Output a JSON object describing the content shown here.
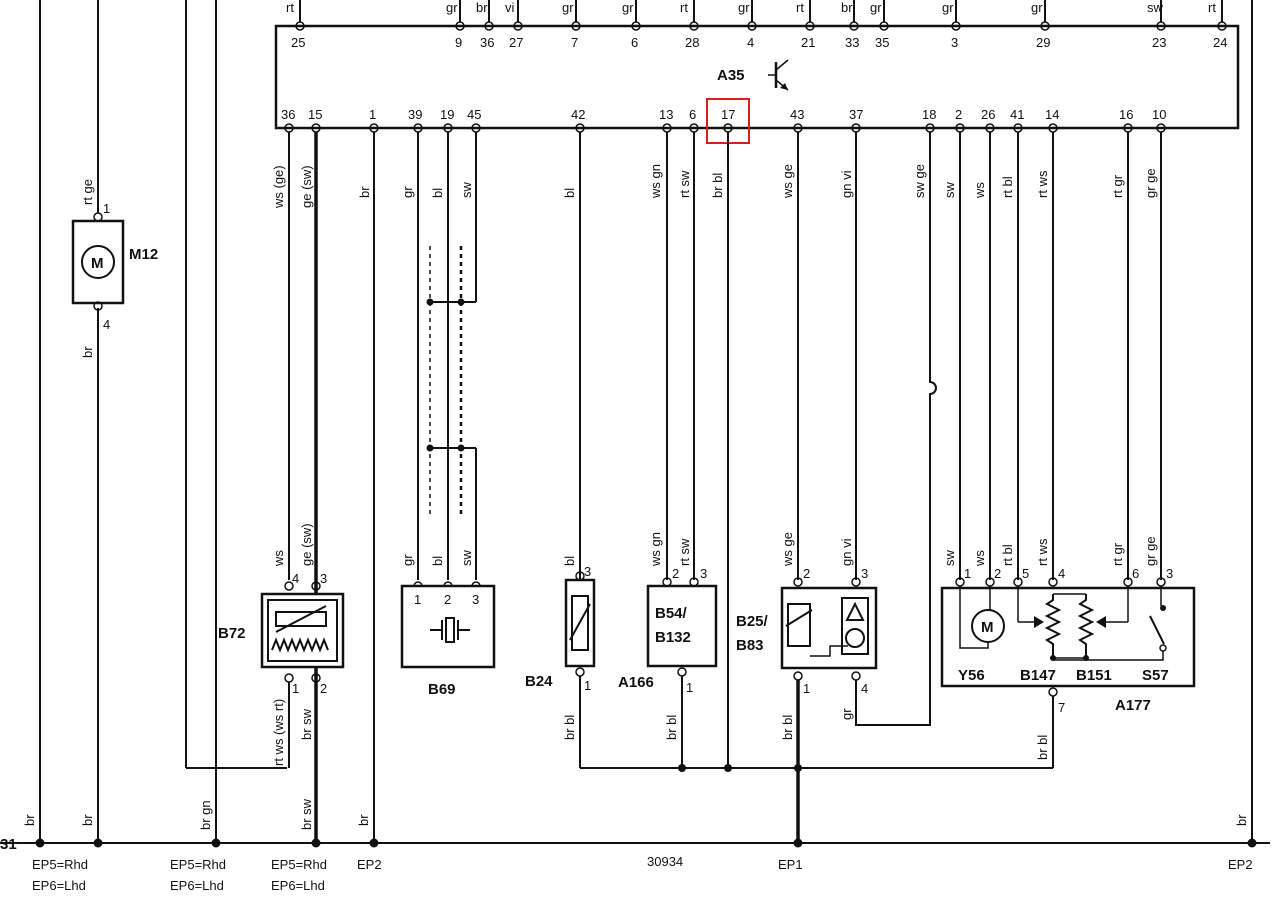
{
  "ecu": {
    "name": "A35",
    "top_pins": [
      "25",
      "9",
      "36",
      "27",
      "7",
      "6",
      "28",
      "4",
      "21",
      "33",
      "35",
      "3",
      "29",
      "23",
      "24"
    ],
    "top_wire_colors": [
      "rt",
      "gr",
      "br",
      "vi",
      "gr",
      "gr",
      "rt",
      "gr",
      "rt",
      "br",
      "gr",
      "gr",
      "gr",
      "sw",
      "rt"
    ],
    "bottom_pins": [
      "36",
      "15",
      "1",
      "39",
      "19",
      "45",
      "42",
      "13",
      "6",
      "17",
      "43",
      "37",
      "18",
      "2",
      "26",
      "41",
      "14",
      "16",
      "10"
    ],
    "highlighted_pin": "17"
  },
  "components": {
    "m12": "M12",
    "b72": "B72",
    "b69": "B69",
    "b24": "B24",
    "b54": "B54/",
    "b132": "B132",
    "a166": "A166",
    "b25": "B25/",
    "b83": "B83",
    "y56": "Y56",
    "b147": "B147",
    "b151": "B151",
    "s57": "S57",
    "a177": "A177",
    "motor_symbol": "M"
  },
  "wires": {
    "m12_top": "rt ge",
    "m12_bottom": "br",
    "w36": "ws (ge)",
    "w15": "ge (sw)",
    "w1": "br",
    "w39": "gr",
    "w19": "bl",
    "w45": "sw",
    "w42": "bl",
    "w13": "ws gn",
    "w6": "rt sw",
    "w17": "br bl",
    "w43": "ws ge",
    "w37": "gn vi",
    "w18": "sw ge",
    "w2": "sw",
    "w26": "ws",
    "w41": "rt bl",
    "w14": "rt ws",
    "w16": "rt gr",
    "w10": "gr ge",
    "b72_4": "ws",
    "b72_3": "ge (sw)",
    "b72_1": "rt ws (ws rt)",
    "b72_2": "br sw",
    "b69_1": "gr",
    "b69_2": "bl",
    "b69_3": "sw",
    "b24_3": "bl",
    "b24_1": "br bl",
    "a166_2": "ws gn",
    "a166_3": "rt sw",
    "a166_1": "br bl",
    "b25_2": "ws ge",
    "b25_3": "gn vi",
    "b25_1": "br bl",
    "b25_4": "gr",
    "a177_1": "sw",
    "a177_2": "ws",
    "a177_5": "rt bl",
    "a177_4": "rt ws",
    "a177_6": "rt gr",
    "a177_3": "gr ge",
    "a177_7": "br bl",
    "ground_br": "br",
    "ground_brgn": "br gn",
    "ground_brsw": "br sw"
  },
  "ground": {
    "rail": "31",
    "ep5_rhd": "EP5=Rhd",
    "ep6_lhd": "EP6=Lhd",
    "ep2": "EP2",
    "ep1": "EP1",
    "code": "30934"
  }
}
